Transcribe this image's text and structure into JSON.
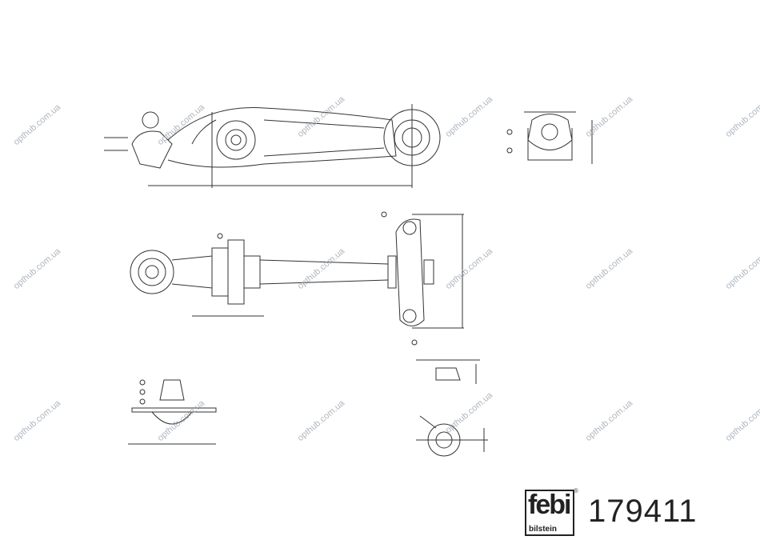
{
  "watermark": "opthub.com.ua",
  "logo": {
    "brand": "febi",
    "subbrand": "bilstein",
    "registered": "®"
  },
  "part_number": "179411"
}
